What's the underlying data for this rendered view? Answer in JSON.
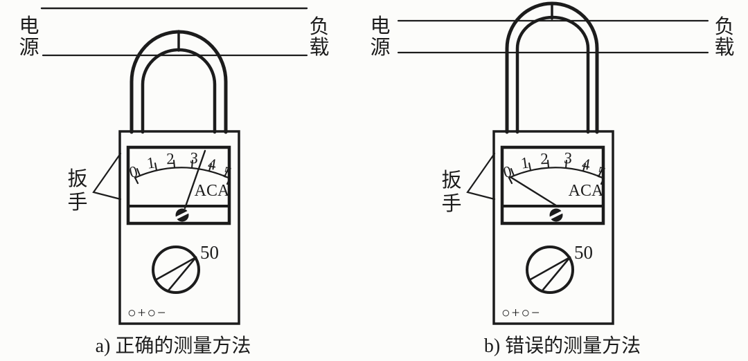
{
  "page": {
    "background": "#fcfcfa",
    "ink": "#1c1c1c",
    "figure_subject": "clamp ammeter measurement methods"
  },
  "diagram_a": {
    "caption": "a) 正确的测量方法",
    "source_label": {
      "char1": "电",
      "char2": "源"
    },
    "load_label": {
      "char1": "负",
      "char2": "载"
    },
    "trigger_label": {
      "char1": "扳",
      "char2": "手"
    },
    "meter": {
      "scale": [
        "0",
        "1",
        "2",
        "3",
        "4",
        "5"
      ],
      "unit": "ACA",
      "needle_reading": 3.5,
      "wires_inside_clamp": 1
    },
    "knob_range": "50",
    "terminals": "○+○−"
  },
  "diagram_b": {
    "caption": "b) 错误的测量方法",
    "source_label": {
      "char1": "电",
      "char2": "源"
    },
    "load_label": {
      "char1": "负",
      "char2": "载"
    },
    "trigger_label": {
      "char1": "扳",
      "char2": "手"
    },
    "meter": {
      "scale": [
        "0",
        "1",
        "2",
        "3",
        "4",
        "5"
      ],
      "unit": "ACA",
      "needle_reading": 0,
      "wires_inside_clamp": 2
    },
    "knob_range": "50",
    "terminals": "○+○−"
  }
}
